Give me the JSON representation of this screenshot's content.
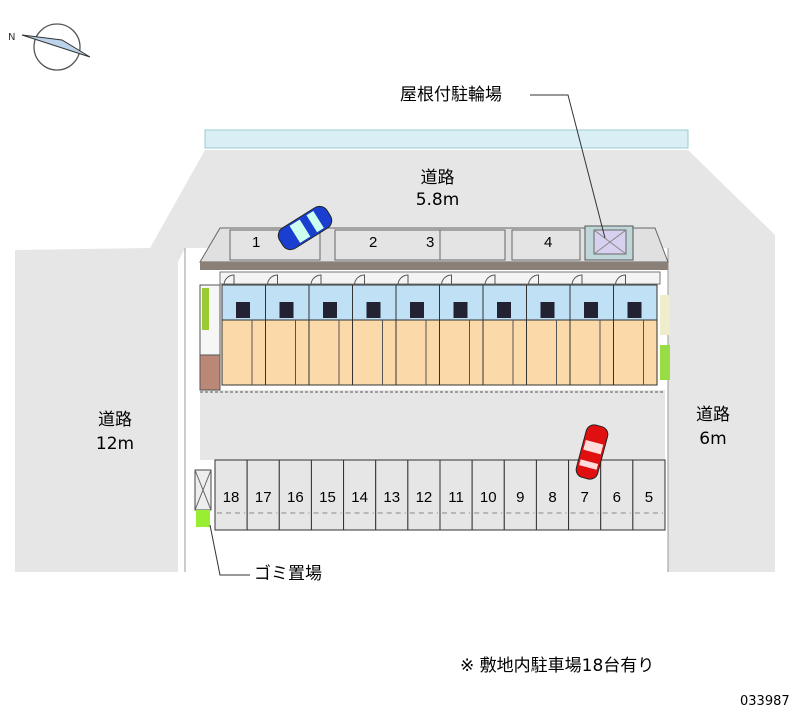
{
  "labels": {
    "bike_shed": "屋根付駐輪場",
    "road_top_name": "道路",
    "road_top_width": "5.8m",
    "road_left_name": "道路",
    "road_left_width": "12m",
    "road_right_name": "道路",
    "road_right_width": "6m",
    "garbage": "ゴミ置場",
    "note": "※ 敷地内駐車場18台有り",
    "code": "033987"
  },
  "parking_top": [
    "1",
    "2",
    "3",
    "4"
  ],
  "parking_bottom": [
    "18",
    "17",
    "16",
    "15",
    "14",
    "13",
    "12",
    "11",
    "10",
    "9",
    "8",
    "7",
    "6",
    "5"
  ],
  "unit_count": 10,
  "colors": {
    "road": "#e6e6e6",
    "water": "#d9eef5",
    "unit_top": "#bfe0f5",
    "unit_bottom": "#fbd9a8",
    "car_blue": "#1a3fd0",
    "car_red": "#e01010"
  }
}
